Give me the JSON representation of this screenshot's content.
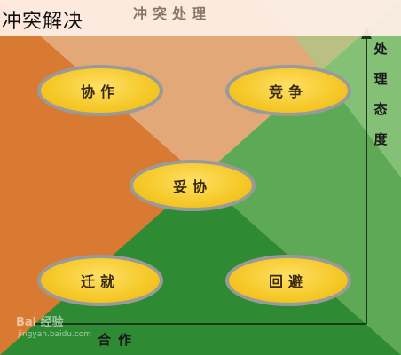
{
  "header": {
    "title": "冲突解决",
    "axis_top": "冲突处理"
  },
  "quadrants": {
    "collaborate": "协作",
    "compete": "竞争",
    "compromise": "妥协",
    "accommodate": "迁就",
    "avoid": "回避"
  },
  "axes": {
    "y_label": [
      "处",
      "理",
      "态",
      "度"
    ],
    "x_label": "合作"
  },
  "watermark": {
    "logo": "Bai 经验",
    "url": "jingyan.baidu.com"
  },
  "colors": {
    "orange": "#d87a32",
    "peach": "#e3a878",
    "light_green": "#7fbf72",
    "green": "#2e8b34",
    "mid_green": "#5aa655"
  }
}
